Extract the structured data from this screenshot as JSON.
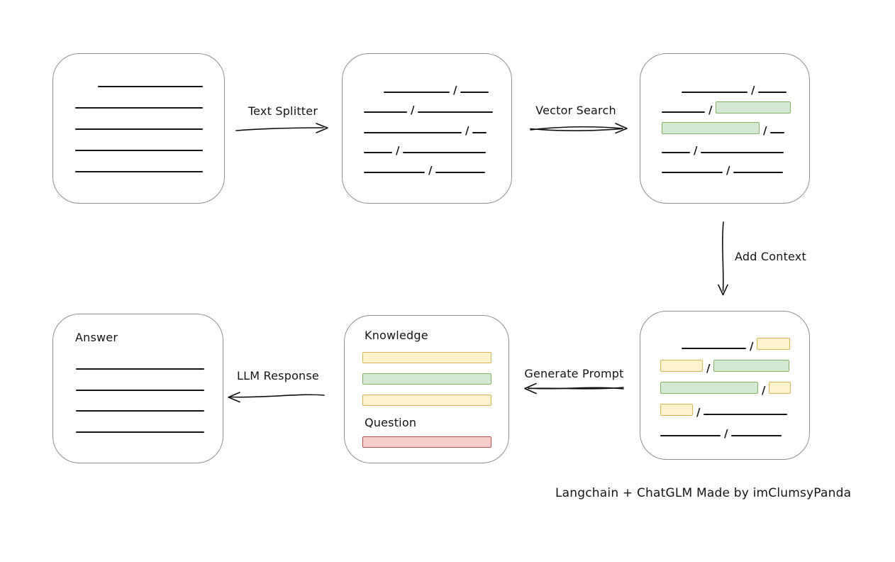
{
  "labels": {
    "text_splitter": "Text Splitter",
    "vector_search": "Vector Search",
    "add_context": "Add Context",
    "generate_prompt": "Generate Prompt",
    "llm_response": "LLM Response",
    "knowledge": "Knowledge",
    "question": "Question",
    "answer": "Answer",
    "slash": "/"
  },
  "caption": "Langchain + ChatGLM Made by imClumsyPanda",
  "colors": {
    "greenFill": "#d5e8d4",
    "greenBorder": "#82b366",
    "yellowFill": "#fff2cc",
    "yellowBorder": "#d6b656",
    "redFill": "#f8cecc",
    "redBorder": "#b85450",
    "ink": "#141414",
    "boxBorder": "#8f8f8f"
  }
}
